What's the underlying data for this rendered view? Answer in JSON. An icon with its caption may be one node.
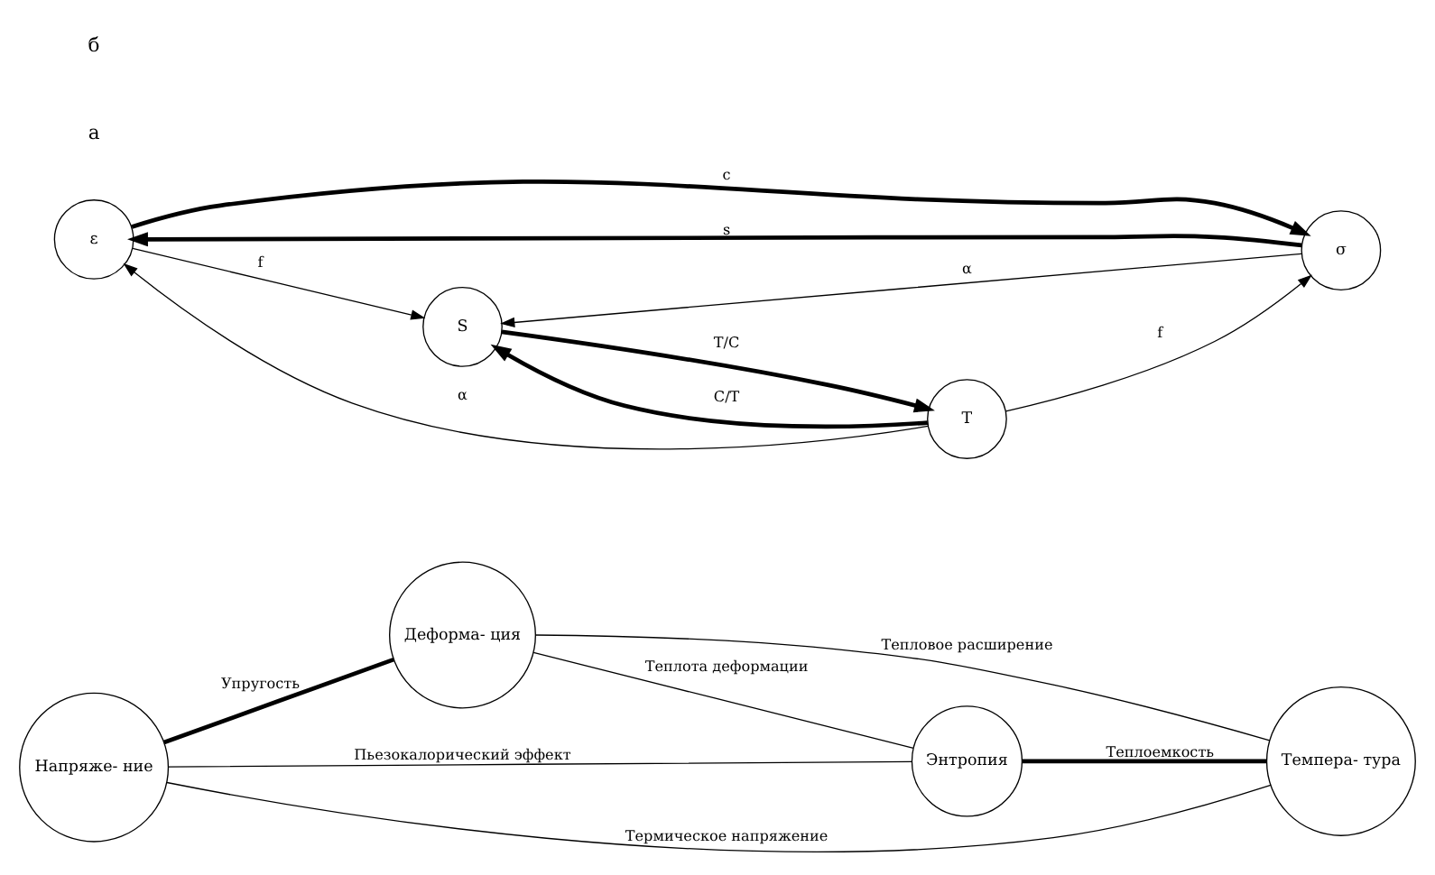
{
  "diagram": {
    "nodes": [
      {
        "text": [
          "Деформа- ция"
        ]
      },
      {
        "text": [
          "Энтропия"
        ]
      },
      {
        "text": [
          "Напряже- ние"
        ]
      },
      {
        "text": [
          "Темпера- тура"
        ]
      },
      {
        "text": [
          "ε"
        ]
      },
      {
        "text": [
          "S"
        ]
      },
      {
        "text": [
          "σ"
        ]
      },
      {
        "text": [
          "T"
        ]
      }
    ],
    "edges": [
      {
        "from": 2,
        "to": 0,
        "arrow": "none",
        "label": "Упругость",
        "style": "thick"
      },
      {
        "from": 0,
        "to": 1,
        "arrow": "none",
        "label": "Теплота деформации"
      },
      {
        "from": 2,
        "to": 1,
        "arrow": "none",
        "label": "Пьезокалорический эффект"
      },
      {
        "from": 0,
        "to": 3,
        "arrow": "none",
        "label": "Тепловое расширение"
      },
      {
        "from": 1,
        "to": 3,
        "arrow": "none",
        "label": "Теплоемкость",
        "style": "thick"
      },
      {
        "from": 2,
        "to": 3,
        "arrow": "none",
        "label": "Термическое напряжение"
      },
      {
        "from": 6,
        "to": 4,
        "arrow": "to",
        "label": "s",
        "style": "thick"
      },
      {
        "from": 4,
        "to": 6,
        "arrow": "to",
        "label": "c",
        "style": "thick"
      },
      {
        "from": 4,
        "to": 5,
        "arrow": "to",
        "label": "f"
      },
      {
        "from": 6,
        "to": 5,
        "arrow": "to",
        "label": "α"
      },
      {
        "from": 7,
        "to": 4,
        "arrow": "to",
        "label": "α"
      },
      {
        "from": 5,
        "to": 7,
        "arrow": "to",
        "label": "T/C",
        "style": "thick"
      },
      {
        "from": 7,
        "to": 5,
        "arrow": "to",
        "label": "C/T",
        "style": "thick"
      },
      {
        "from": 7,
        "to": 6,
        "arrow": "to",
        "label": "f"
      }
    ],
    "labels": [
      "а",
      "б"
    ]
  }
}
